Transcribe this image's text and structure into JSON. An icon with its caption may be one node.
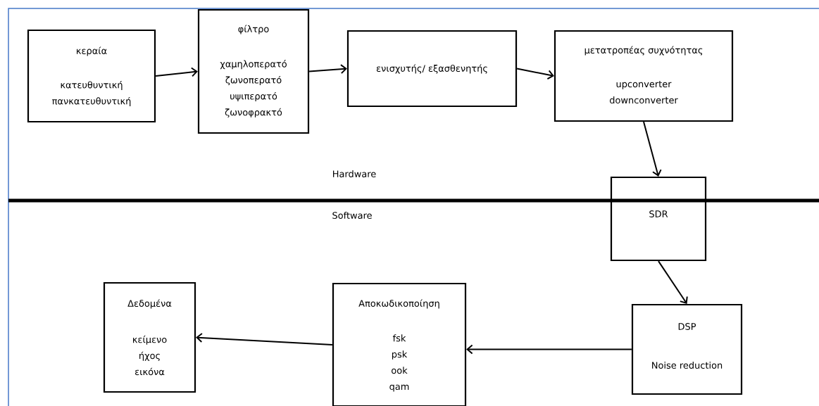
{
  "diagram": {
    "nodes": [
      {
        "text": [
          "κεραία",
          "κατευθυντική πανκατευθυντική"
        ]
      },
      {
        "text": [
          "φίλτρο",
          "χαμηλοπερατό ζωνοπερατό υψιπερατό ζωνοφρακτό"
        ]
      },
      {
        "text": [
          "ενισχυτής/ εξασθενητής"
        ]
      },
      {
        "text": [
          "μετατροπέας συχνότητας",
          "upconverter downconverter"
        ]
      },
      {
        "text": [
          "SDR"
        ]
      },
      {
        "text": [
          "DSP",
          "Noise reduction"
        ]
      },
      {
        "text": [
          "Αποκωδικοποίηση",
          "fsk psk ook qam"
        ]
      },
      {
        "text": [
          "Δεδομένα",
          "κείμενο ήχος εικόνα"
        ]
      }
    ],
    "edges": [
      {
        "from": 0,
        "to": 1,
        "arrow": "to"
      },
      {
        "from": 1,
        "to": 2,
        "arrow": "to"
      },
      {
        "from": 2,
        "to": 3,
        "arrow": "to"
      },
      {
        "from": 3,
        "to": 4,
        "arrow": "to"
      },
      {
        "from": 4,
        "to": 5,
        "arrow": "to"
      },
      {
        "from": 5,
        "to": 6,
        "arrow": "to"
      },
      {
        "from": 6,
        "to": 7,
        "arrow": "to"
      }
    ],
    "labels": [
      "Hardware",
      "Software"
    ]
  }
}
